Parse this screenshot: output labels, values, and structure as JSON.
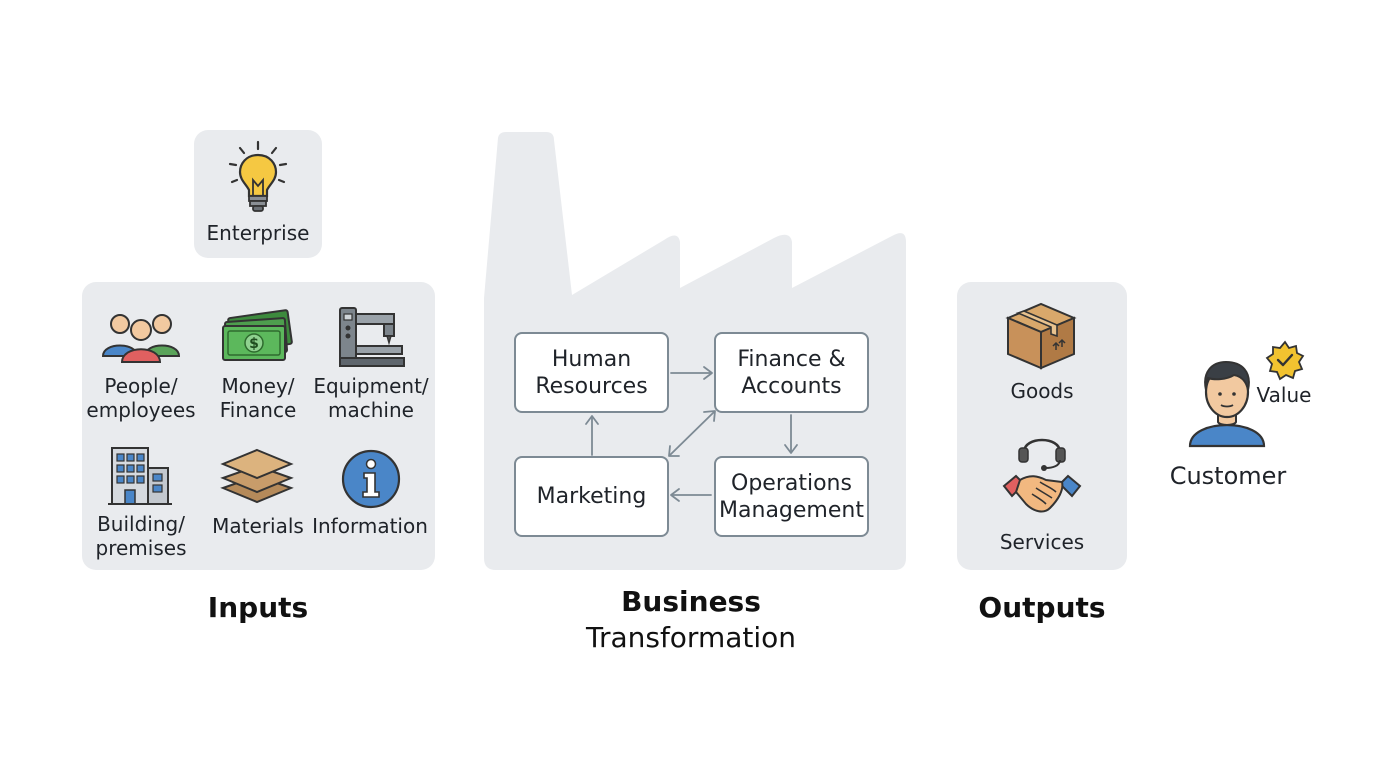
{
  "enterprise": {
    "label": "Enterprise",
    "icon": "lightbulb-icon"
  },
  "inputs": {
    "caption": "Inputs",
    "items": [
      {
        "label": "People/\nemployees",
        "icon": "people-icon"
      },
      {
        "label": "Money/\nFinance",
        "icon": "money-icon"
      },
      {
        "label": "Equipment/\nmachine",
        "icon": "machine-icon"
      },
      {
        "label": "Building/\npremises",
        "icon": "building-icon"
      },
      {
        "label": "Materials",
        "icon": "materials-icon"
      },
      {
        "label": "Information",
        "icon": "information-icon"
      }
    ]
  },
  "transformation": {
    "caption_line1": "Business",
    "caption_line2": "Transformation",
    "boxes": {
      "hr": "Human\nResources",
      "finance": "Finance &\nAccounts",
      "marketing": "Marketing",
      "operations": "Operations\nManagement"
    }
  },
  "outputs": {
    "caption": "Outputs",
    "goods": {
      "label": "Goods",
      "icon": "box-icon"
    },
    "services": {
      "label": "Services",
      "icon": "handshake-icon"
    }
  },
  "customer": {
    "label": "Customer",
    "value_label": "Value",
    "icon": "customer-icon",
    "badge_icon": "value-badge-icon"
  },
  "colors": {
    "panel": "#e9ebee",
    "arrow": "#7d8a94",
    "blue": "#4a86c8",
    "green": "#5aa35a",
    "red": "#e06060",
    "gold": "#f2c330"
  }
}
